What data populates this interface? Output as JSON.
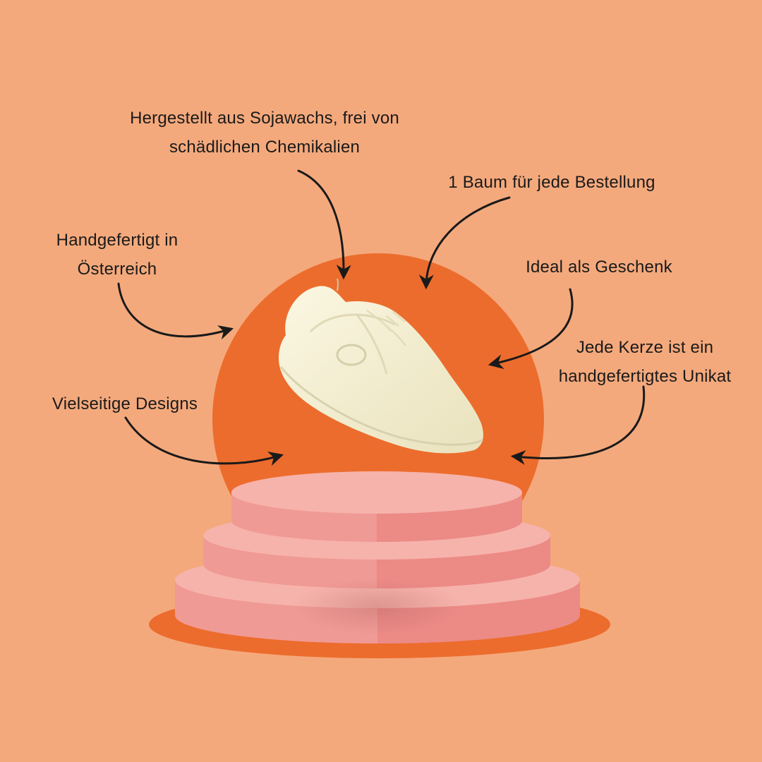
{
  "colors": {
    "background": "#f4a97c",
    "circle": "#ec6c2d",
    "shadow_ellipse": "#ec6c2d",
    "podium_light": "#f6b3ab",
    "podium_mid": "#f09a95",
    "podium_dark": "#ec8a86",
    "candle": "#f6f0d2",
    "text": "#1a1a1a"
  },
  "product": {
    "icon": "sneaker-candle"
  },
  "callouts": {
    "soy_wax": [
      "Hergestellt aus Sojawachs, frei von",
      "schädlichen Chemikalien"
    ],
    "tree": [
      "1 Baum für jede Bestellung"
    ],
    "handmade_austria": [
      "Handgefertigt in",
      "Österreich"
    ],
    "gift": [
      "Ideal als Geschenk"
    ],
    "unique": [
      "Jede Kerze ist ein",
      "handgefertigtes Unikat"
    ],
    "designs": [
      "Vielseitige Designs"
    ]
  }
}
